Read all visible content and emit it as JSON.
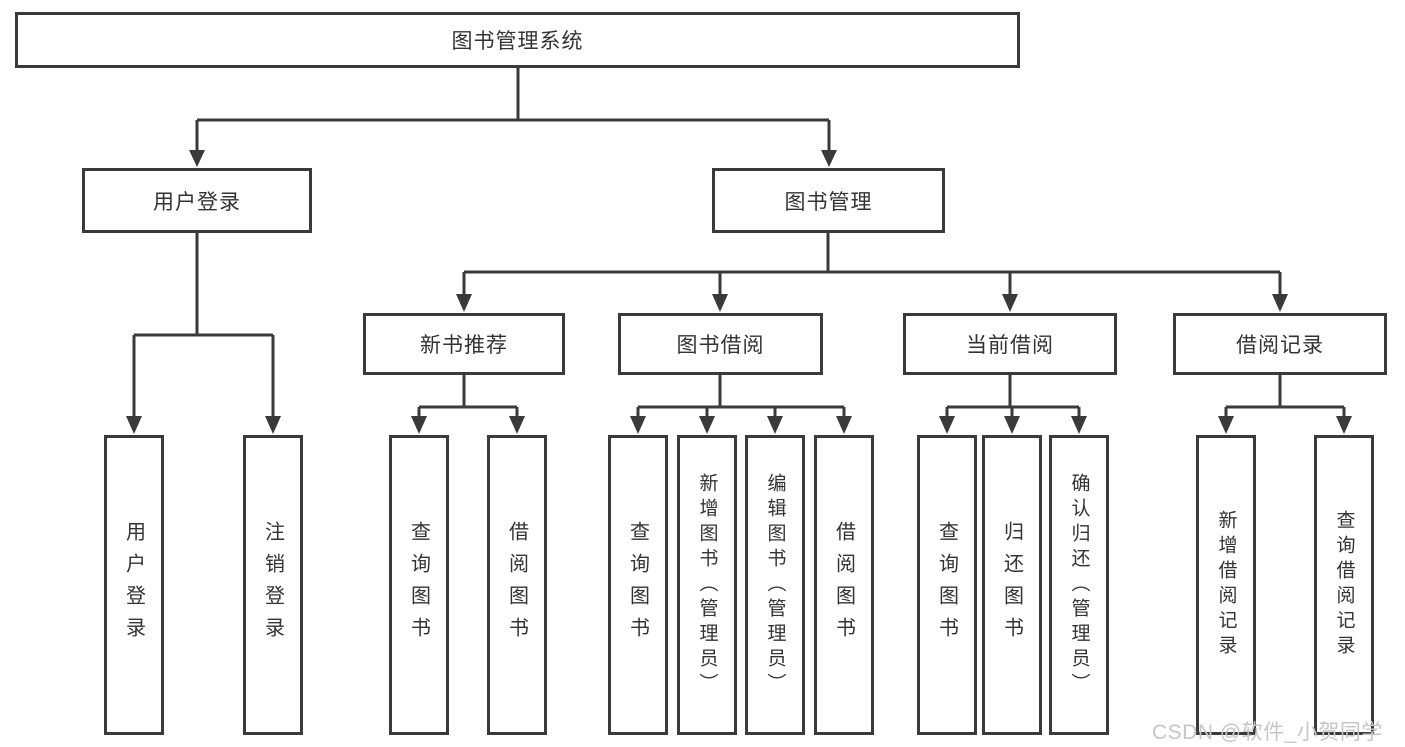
{
  "diagram": {
    "colors": {
      "line": "#3a3a3a",
      "box_border": "#3a3a3a",
      "text": "#333333",
      "background": "#ffffff",
      "watermark": "#c6c6c6"
    },
    "nodes": {
      "root": "图书管理系统",
      "user_login": "用户登录",
      "book_management": "图书管理",
      "new_book_recommend": "新书推荐",
      "book_borrowing": "图书借阅",
      "current_borrowing": "当前借阅",
      "borrowing_records": "借阅记录",
      "leaf_user_login": "用户登录",
      "leaf_logout": "注销登录",
      "leaf_rec_query_book": "查询图书",
      "leaf_rec_borrow_book": "借阅图书",
      "leaf_bb_query_book": "查询图书",
      "leaf_bb_add_book": "新增图书（管理员）",
      "leaf_bb_edit_book": "编辑图书（管理员）",
      "leaf_bb_borrow_book": "借阅图书",
      "leaf_cb_query_book": "查询图书",
      "leaf_cb_return_book": "归还图书",
      "leaf_cb_confirm_return": "确认归还（管理员）",
      "leaf_br_add_record": "新增借阅记录",
      "leaf_br_query_record": "查询借阅记录"
    }
  },
  "watermark": {
    "text": "CSDN @软件_小贺同学"
  }
}
